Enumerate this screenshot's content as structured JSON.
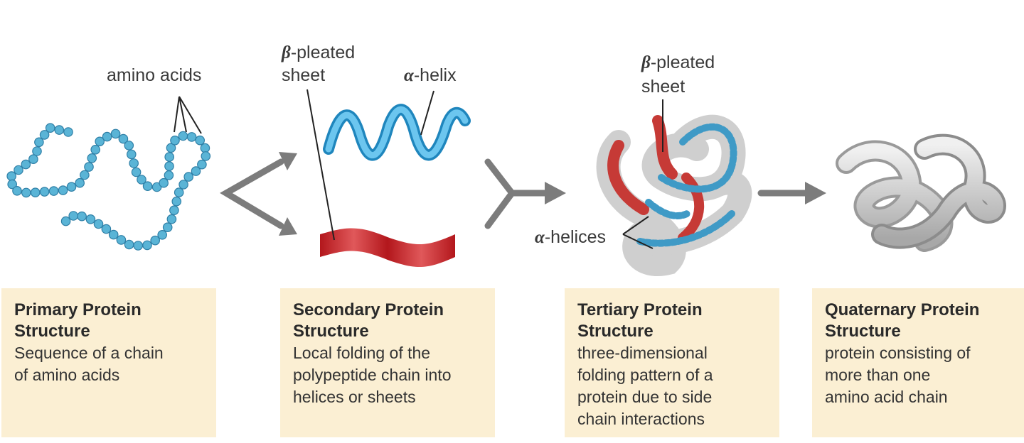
{
  "labels": {
    "amino_acids": "amino acids",
    "beta_symbol": "β",
    "alpha_symbol": "α",
    "beta_pleated": "-pleated",
    "sheet": "sheet",
    "alpha_helix": "-helix",
    "alpha_helices": "-helices"
  },
  "cards": [
    {
      "title_line1": "Primary Protein",
      "title_line2": "Structure",
      "desc": [
        "Sequence of a chain",
        "of amino acids"
      ]
    },
    {
      "title_line1": "Secondary Protein",
      "title_line2": "Structure",
      "desc": [
        "Local folding of the",
        "polypeptide chain into",
        "helices or sheets"
      ]
    },
    {
      "title_line1": "Tertiary Protein",
      "title_line2": "Structure",
      "desc": [
        "three-dimensional",
        "folding pattern of a",
        "protein due to side",
        "chain interactions"
      ]
    },
    {
      "title_line1": "Quaternary Protein",
      "title_line2": "Structure",
      "desc": [
        "protein consisting of",
        "more than one",
        "amino acid chain"
      ]
    }
  ],
  "colors": {
    "amino_bead": "#5ab4d6",
    "helix": "#4fb0e0",
    "sheet": "#c0282c",
    "arrow": "#7c7c7c",
    "card_bg": "#fbefd3",
    "quaternary": "#c8c8c8"
  }
}
